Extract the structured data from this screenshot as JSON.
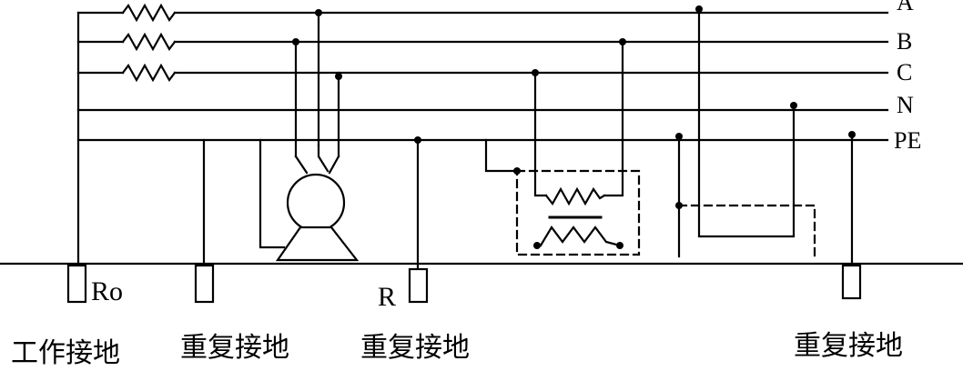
{
  "bus_labels": {
    "a": "A",
    "b": "B",
    "c": "C",
    "n": "N",
    "pe": "PE"
  },
  "electrode_labels": {
    "ro": "Ro",
    "r": "R"
  },
  "captions": {
    "working_ground": "工作接地",
    "repeat_ground_1": "重复接地",
    "repeat_ground_2": "重复接地",
    "repeat_ground_3": "重复接地"
  }
}
